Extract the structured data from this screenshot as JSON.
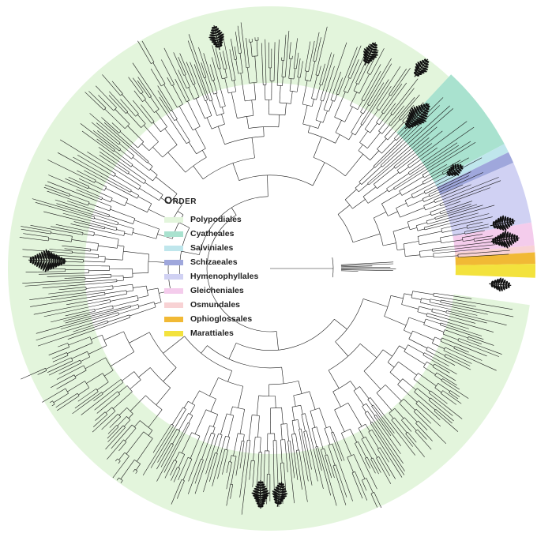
{
  "legend": {
    "title": "Order",
    "items": [
      {
        "label": "Polypodiales",
        "color": "#e3f5dc"
      },
      {
        "label": "Cyatheales",
        "color": "#a9e2cf"
      },
      {
        "label": "Salviniales",
        "color": "#bfe6ec"
      },
      {
        "label": "Schizaeales",
        "color": "#9fa7dc"
      },
      {
        "label": "Hymenophyllales",
        "color": "#d0d1f3"
      },
      {
        "label": "Gleicheniales",
        "color": "#f4ccec"
      },
      {
        "label": "Osmundales",
        "color": "#f8d2d4"
      },
      {
        "label": "Ophioglossales",
        "color": "#f1b935"
      },
      {
        "label": "Marattiales",
        "color": "#f3e23d"
      }
    ]
  },
  "sectors": [
    {
      "order": "Polypodiales",
      "start_deg": 8,
      "end_deg": 313
    },
    {
      "order": "Cyatheales",
      "start_deg": 313,
      "end_deg": 332
    },
    {
      "order": "Salviniales",
      "start_deg": 332,
      "end_deg": 334
    },
    {
      "order": "Schizaeales",
      "start_deg": 334,
      "end_deg": 336.5
    },
    {
      "order": "Hymenophyllales",
      "start_deg": 336.5,
      "end_deg": 350
    },
    {
      "order": "Gleicheniales",
      "start_deg": 350,
      "end_deg": 355
    },
    {
      "order": "Osmundales",
      "start_deg": 355,
      "end_deg": 356.5
    },
    {
      "order": "Ophioglossales",
      "start_deg": 356.5,
      "end_deg": 359
    },
    {
      "order": "Marattiales",
      "start_deg": 359,
      "end_deg": 362
    }
  ],
  "silhouettes": [
    {
      "name": "pinnate-fern-silhouette",
      "angle_deg": 257
    },
    {
      "name": "fern-clump-silhouette",
      "angle_deg": 182
    },
    {
      "name": "climbing-fern-silhouette",
      "angle_deg": 307
    },
    {
      "name": "broad-fern-silhouette",
      "angle_deg": 295
    },
    {
      "name": "tree-fern-silhouette",
      "angle_deg": 314
    },
    {
      "name": "water-fern-silhouette",
      "angle_deg": 332
    },
    {
      "name": "filmy-fern-silhouette",
      "angle_deg": 349
    },
    {
      "name": "forking-fern-silhouette",
      "angle_deg": 353
    },
    {
      "name": "adders-tongue-silhouette",
      "angle_deg": 4
    }
  ]
}
